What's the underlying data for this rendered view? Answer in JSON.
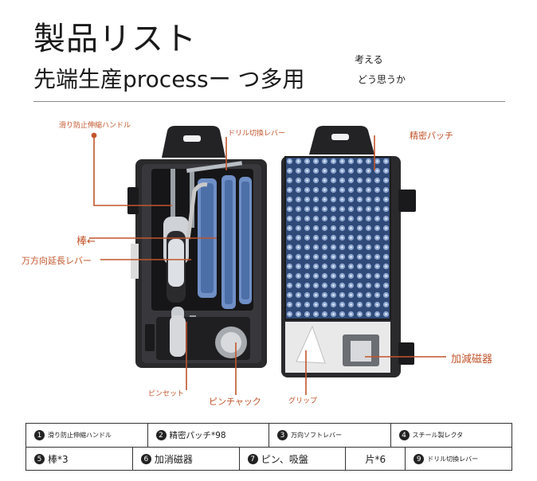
{
  "header": {
    "title": "製品リスト",
    "subtitle": "先端生産processー つ多用",
    "note_line1": "考える",
    "note_line2": "どう思うか"
  },
  "callouts": {
    "slip_handle": "滑り防止伸縮ハンドル",
    "drill_lever": "ドリル切換レバー",
    "precision_patch": "精密パッチ",
    "rod": "棒←",
    "universal_lever": "万方向延長レバー",
    "pin_set": "ピンセット",
    "pin_jack": "ピンチャック",
    "grip": "グリップ",
    "acceleration_magnet": "加減磁器"
  },
  "table": {
    "rows": [
      [
        {
          "num": "1",
          "label": "滑り防止伸縮ハンドル"
        },
        {
          "num": "2",
          "label": "精密パッチ*98"
        },
        {
          "num": "3",
          "label": "万向ソフトレバー"
        },
        {
          "num": "4",
          "label": "スチール製レクタ"
        }
      ],
      [
        {
          "num": "5",
          "label": "棒*3"
        },
        {
          "num": "6",
          "label": "加消磁器"
        },
        {
          "num": "7",
          "label": "ピン、吸盤"
        },
        {
          "num": "",
          "label": "片*6"
        },
        {
          "num": "9",
          "label": "ドリル切換レバー"
        }
      ]
    ]
  },
  "colors": {
    "callout": "#c2552c",
    "case_dark": "#1d1d1f",
    "case_blue": "#4d6fa8",
    "bits_blue": "#3d5f96"
  }
}
